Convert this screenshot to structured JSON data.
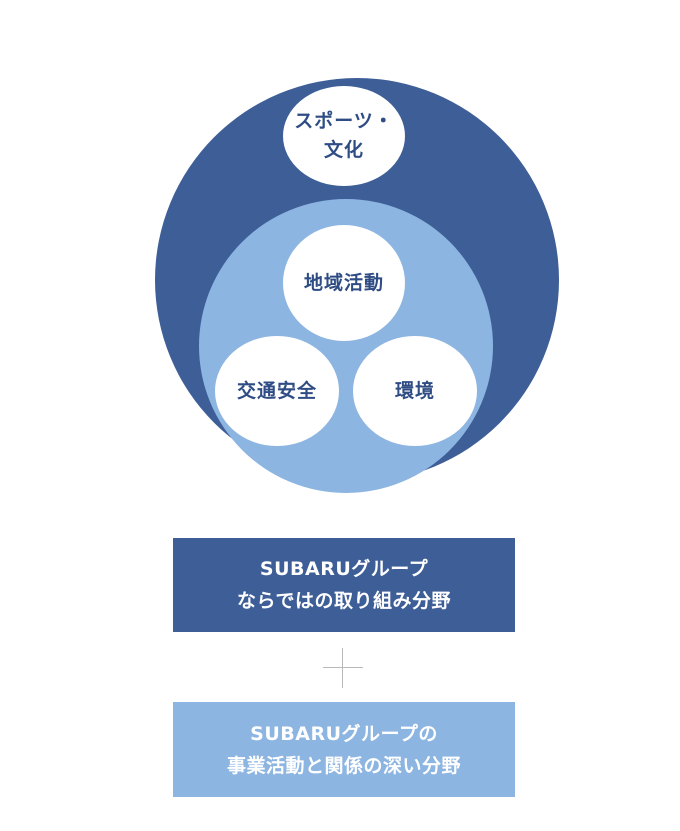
{
  "diagram": {
    "colors": {
      "outer": "#3e5e97",
      "inner": "#8db5e1",
      "node_bg": "#ffffff",
      "node_text": "#2f4d84",
      "plus": "#b9b9b9"
    },
    "nodes": {
      "sports_culture": {
        "line1": "スポーツ・",
        "line2": "文化"
      },
      "local_activity": "地域活動",
      "traffic_safety": "交通安全",
      "environment": "環境"
    },
    "boxes": {
      "unique": {
        "line1": "SUBARUグループ",
        "line2": "ならではの取り組み分野"
      },
      "related": {
        "line1": "SUBARUグループの",
        "line2": "事業活動と関係の深い分野"
      }
    },
    "connector_icon": "plus-icon"
  }
}
